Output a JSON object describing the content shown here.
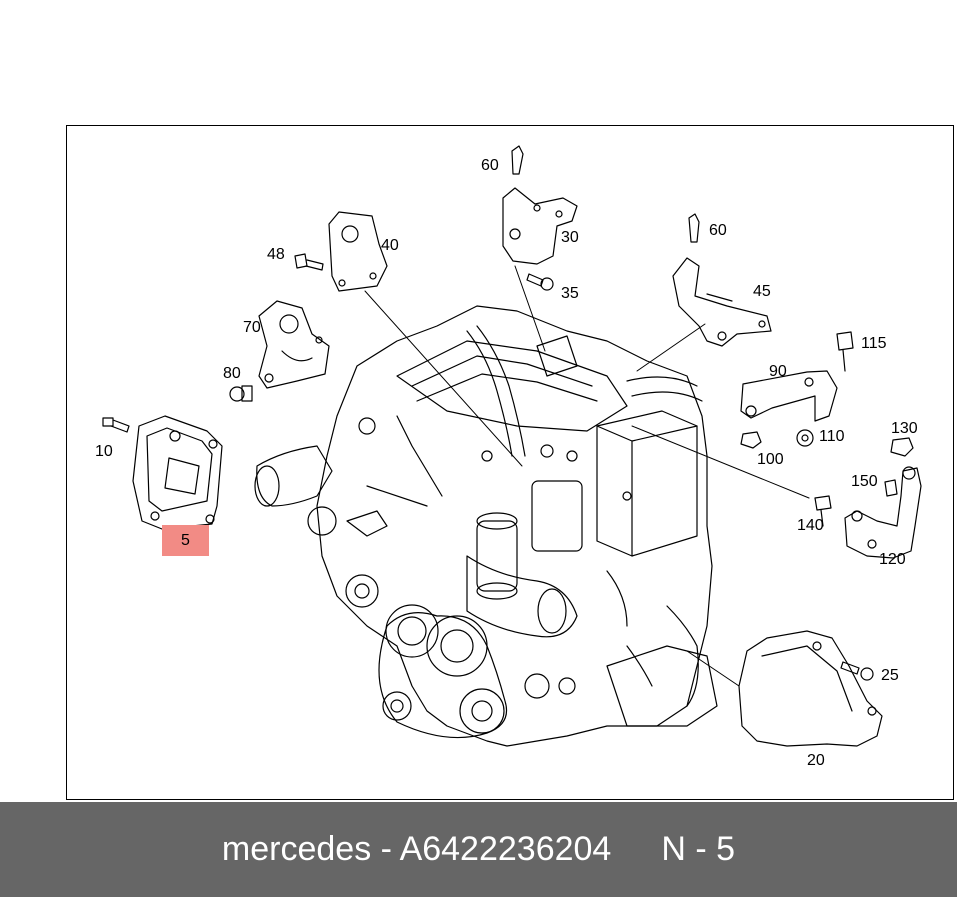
{
  "colors": {
    "footer_bg": "#666666",
    "footer_text": "#ffffff",
    "highlight": "#f28b85",
    "line": "#000000"
  },
  "callouts": [
    {
      "id": "60a",
      "label": "60"
    },
    {
      "id": "30",
      "label": "30"
    },
    {
      "id": "40",
      "label": "40"
    },
    {
      "id": "48",
      "label": "48"
    },
    {
      "id": "35",
      "label": "35"
    },
    {
      "id": "60b",
      "label": "60"
    },
    {
      "id": "45",
      "label": "45"
    },
    {
      "id": "70",
      "label": "70"
    },
    {
      "id": "80",
      "label": "80"
    },
    {
      "id": "115",
      "label": "115"
    },
    {
      "id": "90",
      "label": "90"
    },
    {
      "id": "110",
      "label": "110"
    },
    {
      "id": "100",
      "label": "100"
    },
    {
      "id": "130",
      "label": "130"
    },
    {
      "id": "10",
      "label": "10"
    },
    {
      "id": "150",
      "label": "150"
    },
    {
      "id": "140",
      "label": "140"
    },
    {
      "id": "120",
      "label": "120"
    },
    {
      "id": "25",
      "label": "25"
    },
    {
      "id": "20",
      "label": "20"
    }
  ],
  "highlighted_part": {
    "label": "5"
  },
  "footer": {
    "brand": "mercedes",
    "separator": "-",
    "part_number": "A6422236204",
    "position_prefix": "N",
    "position_separator": "-",
    "position_number": "5"
  }
}
